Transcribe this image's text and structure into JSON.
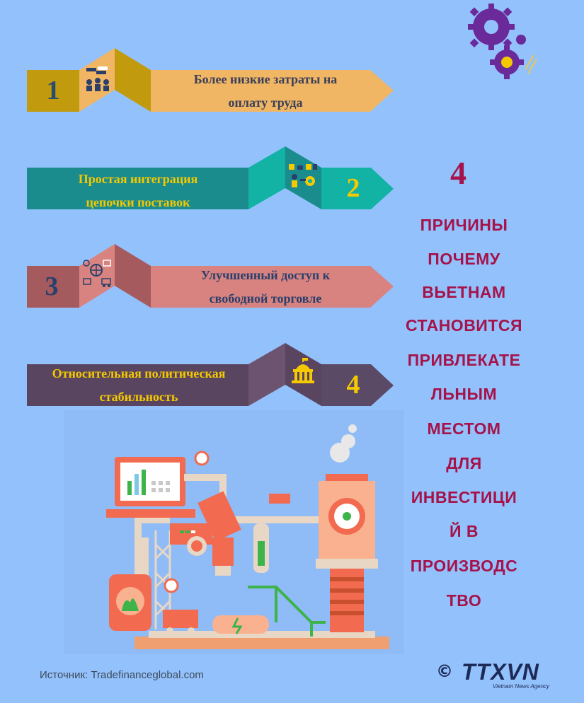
{
  "reasons": [
    {
      "number": "1",
      "text_line1": "Более низкие затраты на",
      "text_line2": "оплату труда",
      "icon": "handshake-people-icon"
    },
    {
      "number": "2",
      "text_line1": "Простая интеграция",
      "text_line2": "цепочки поставок",
      "icon": "supply-chain-icon"
    },
    {
      "number": "3",
      "text_line1": "Улучшенный доступ к",
      "text_line2": "свободной торговле",
      "icon": "global-trade-icon"
    },
    {
      "number": "4",
      "text_line1": "Относительная политическая",
      "text_line2": "стабильность",
      "icon": "government-building-icon"
    }
  ],
  "title": {
    "number": "4",
    "lines": [
      "ПРИЧИНЫ",
      "ПОЧЕМУ",
      "ВЬЕТНАМ",
      "СТАНОВИТСЯ",
      "ПРИВЛЕКАТЕ",
      "ЛЬНЫМ",
      "МЕСТОМ",
      "ДЛЯ",
      "ИНВЕСТИЦИ",
      "Й В",
      "ПРОИЗВОДС",
      "ТВО"
    ]
  },
  "footer": {
    "source": "Источник: Tradefinanceglobal.com",
    "copyright_symbol": "©",
    "logo": "TTXVN",
    "logo_subtitle": "Vietnam News Agency"
  },
  "colors": {
    "background": "#93c1fc",
    "title": "#a5134a",
    "reason1_dark": "#c29a0e",
    "reason1_light": "#f0b663",
    "reason2_dark": "#1b8c8e",
    "reason2_light": "#12b3a5",
    "reason3_dark": "#a55a5e",
    "reason3_light": "#d88380",
    "reason4_dark": "#5a4560",
    "reason4_light": "#5a4a65"
  }
}
